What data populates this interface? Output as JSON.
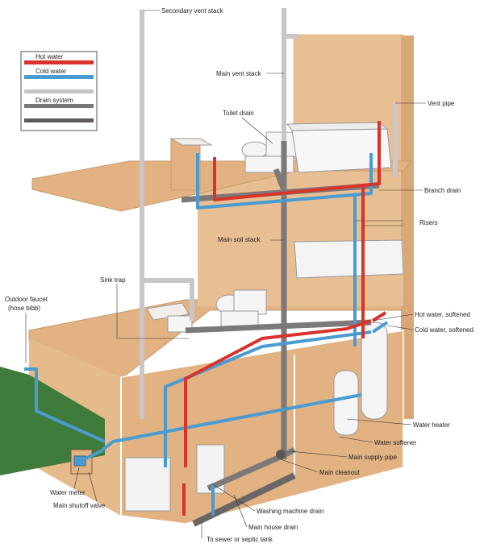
{
  "legend": {
    "items": [
      {
        "label": "Hot water",
        "color": "#d8342c"
      },
      {
        "label": "Cold water",
        "color": "#4a9bd1"
      },
      {
        "label": "",
        "color": "#c7c4c6"
      },
      {
        "label": "Drain system",
        "color": "#7b7777"
      },
      {
        "label": "",
        "color": "#5e5a5a"
      }
    ]
  },
  "colors": {
    "hot": "#d8342c",
    "cold": "#4a9bd1",
    "vent": "#c9c6c8",
    "drain": "#7d7979",
    "wood": "#e8bf92",
    "wood_dark": "#d9a878",
    "wall_line": "#ffffff",
    "grass": "#3f7b3a",
    "label": "#222222",
    "leader": "#333333"
  },
  "labels": {
    "secondary_vent_stack": "Secondary vent stack",
    "main_vent_stack": "Main vent stack",
    "toilet_drain": "Toilet drain",
    "vent_pipe": "Vent pipe",
    "branch_drain": "Branch drain",
    "risers": "Risers",
    "main_soil_stack": "Main soil stack",
    "sink_trap": "Sink trap",
    "outdoor_faucet_line1": "Outdoor faucet",
    "outdoor_faucet_line2": "(hose bibb)",
    "hot_softened": "Hot water, softened",
    "cold_softened": "Cold water, softened",
    "water_heater": "Water heater",
    "water_softener": "Water softener",
    "main_supply_pipe": "Main supply pipe",
    "main_cleanout": "Main cleanout",
    "water_meter": "Water meter",
    "main_shutoff_valve": "Main shutoff valve",
    "washing_machine_drain": "Washing machine drain",
    "main_house_drain": "Main house drain",
    "to_sewer": "To sewer or septic tank"
  }
}
